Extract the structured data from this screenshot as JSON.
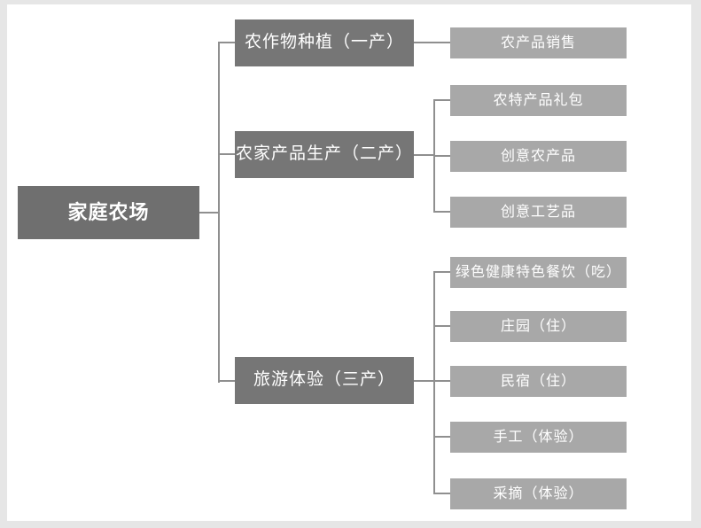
{
  "diagram": {
    "root": {
      "label": "家庭农场"
    },
    "branches": [
      {
        "label": "农作物种植（一产）",
        "children": [
          {
            "label": "农产品销售"
          }
        ]
      },
      {
        "label": "农家产品生产（二产）",
        "children": [
          {
            "label": "农特产品礼包"
          },
          {
            "label": "创意农产品"
          },
          {
            "label": "创意工艺品"
          }
        ]
      },
      {
        "label": "旅游体验（三产）",
        "children": [
          {
            "label": "绿色健康特色餐饮（吃）"
          },
          {
            "label": "庄园（住）"
          },
          {
            "label": "民宿（住）"
          },
          {
            "label": "手工（体验）"
          },
          {
            "label": "采摘（体验）"
          }
        ]
      }
    ],
    "colors": {
      "root_box": "#6f6f6f",
      "branch_box": "#767676",
      "leaf_box": "#a8a8a8",
      "connector_line": "#8f8f8f",
      "box_text": "#ffffff",
      "frame_border": "#e6e6e6",
      "canvas_background": "#ffffff"
    }
  }
}
